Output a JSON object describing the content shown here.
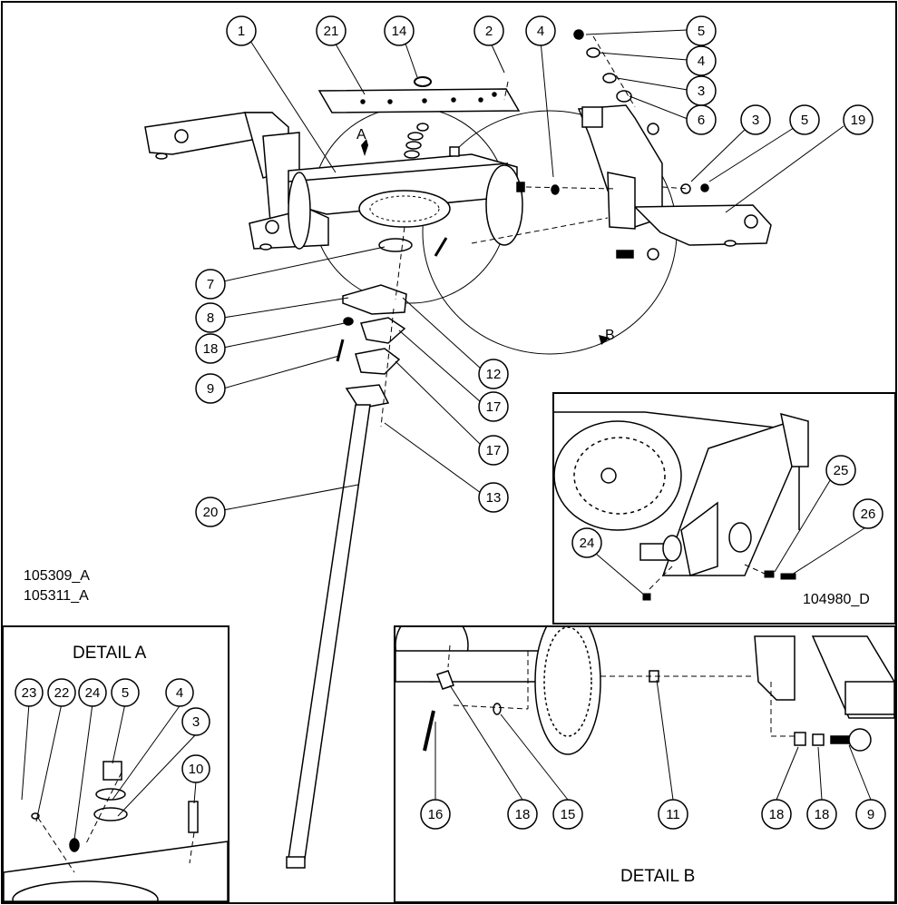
{
  "drawing_numbers": [
    "105309_A",
    "105311_A"
  ],
  "detail_c_drawing_number": "104980_D",
  "detail_a": {
    "title": "DETAIL A"
  },
  "detail_b": {
    "title": "DETAIL B"
  },
  "view_letters": {
    "a": "A",
    "b": "B"
  },
  "balloons": {
    "main": [
      "1",
      "21",
      "14",
      "2",
      "4",
      "5",
      "4",
      "3",
      "6",
      "3",
      "5",
      "19",
      "7",
      "8",
      "18",
      "9",
      "12",
      "17",
      "17",
      "13",
      "20"
    ],
    "detail_c": [
      "25",
      "26",
      "24"
    ],
    "detail_a": [
      "23",
      "22",
      "24",
      "5",
      "4",
      "3",
      "10"
    ],
    "detail_b": [
      "16",
      "18",
      "15",
      "11",
      "18",
      "18",
      "9"
    ]
  }
}
